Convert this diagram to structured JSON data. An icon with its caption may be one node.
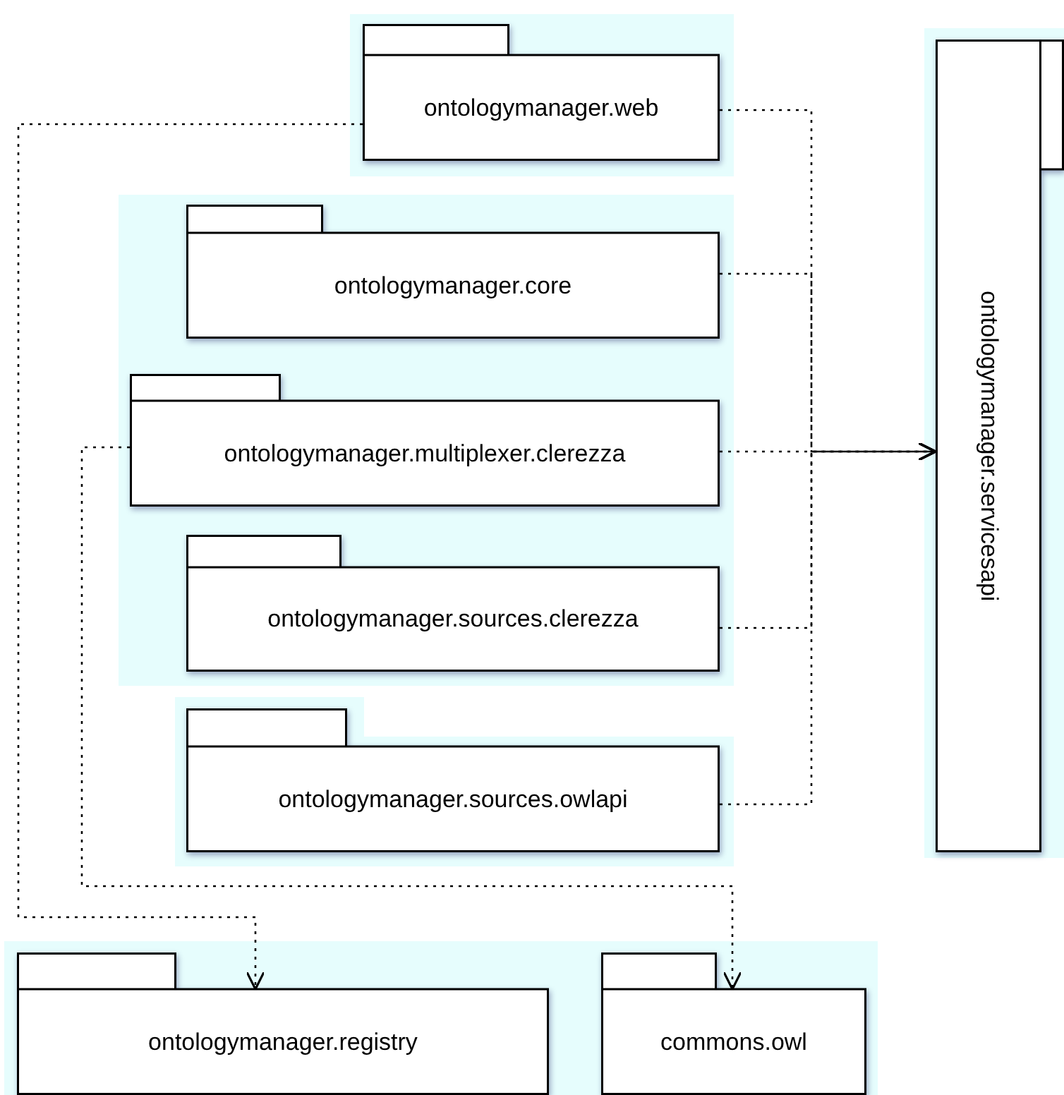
{
  "diagram": {
    "nodes": [
      {
        "text": [
          "ontologymanager.web"
        ]
      },
      {
        "text": [
          "ontologymanager.core"
        ]
      },
      {
        "text": [
          "ontologymanager.multiplexer.clerezza"
        ]
      },
      {
        "text": [
          "ontologymanager.sources.clerezza"
        ]
      },
      {
        "text": [
          "ontologymanager.sources.owlapi"
        ]
      },
      {
        "text": [
          "ontologymanager.registry"
        ]
      },
      {
        "text": [
          "commons.owl"
        ]
      },
      {
        "text": [
          "ontologymanager.servicesapi"
        ]
      }
    ],
    "edges": [
      {
        "from": 0,
        "to": 7,
        "arrow": "to",
        "style": "dashed"
      },
      {
        "from": 1,
        "to": 7,
        "arrow": "to",
        "style": "dashed"
      },
      {
        "from": 2,
        "to": 7,
        "arrow": "to",
        "style": "dashed"
      },
      {
        "from": 3,
        "to": 7,
        "arrow": "to",
        "style": "dashed"
      },
      {
        "from": 4,
        "to": 7,
        "arrow": "to",
        "style": "dashed"
      },
      {
        "from": 0,
        "to": 5,
        "arrow": "to",
        "style": "dashed"
      },
      {
        "from": 2,
        "to": 6,
        "arrow": "to",
        "style": "dashed"
      }
    ]
  }
}
